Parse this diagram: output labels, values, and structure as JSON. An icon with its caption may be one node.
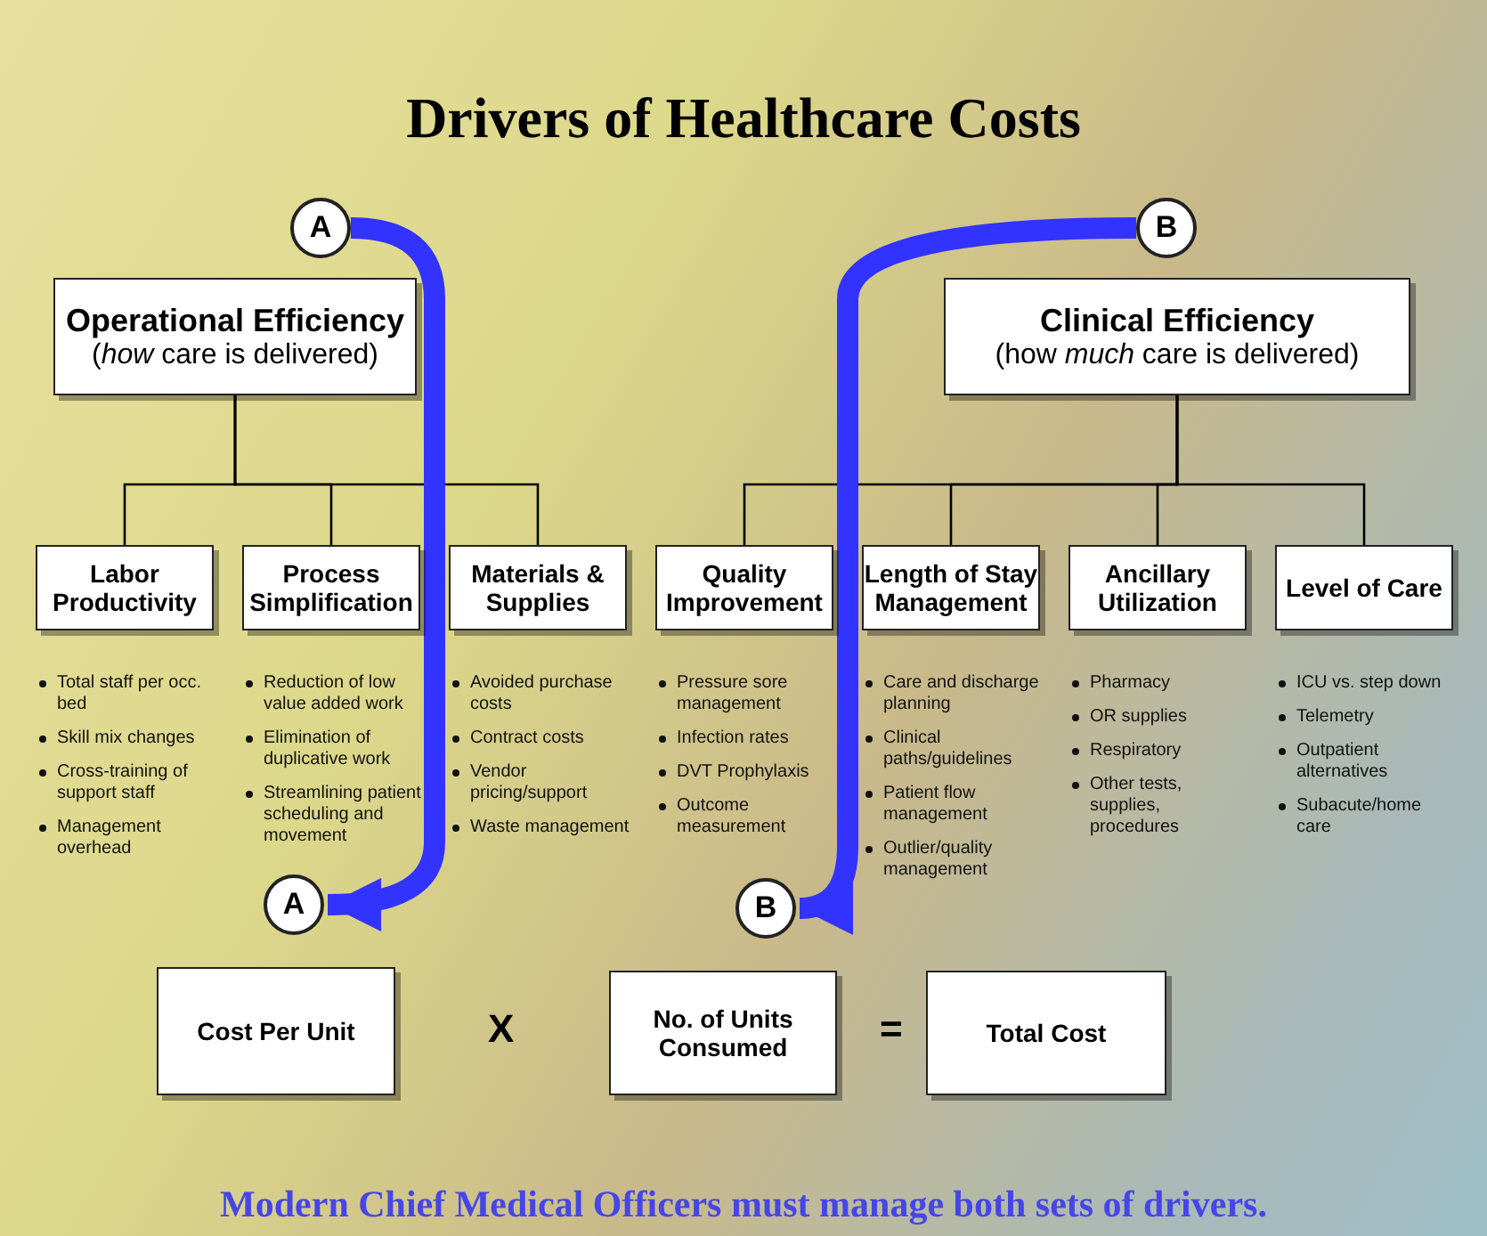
{
  "diagram": {
    "title": "Drivers of Healthcare Costs",
    "caption": "Modern Chief Medical Officers must manage both sets of drivers.",
    "nodes": [
      {
        "text": [
          "A"
        ]
      },
      {
        "text": [
          "Operational Efficiency",
          "(*how* care is delivered)"
        ]
      },
      {
        "text": [
          "B"
        ]
      },
      {
        "text": [
          "Clinical Efficiency",
          "(how *much* care is delivered)"
        ]
      },
      {
        "text": [
          "Labor Productivity"
        ],
        "beside": [
          "Total staff per occ. bed",
          "Skill mix changes",
          "Cross-training of support staff",
          "Management overhead"
        ]
      },
      {
        "text": [
          "Process Simplification"
        ],
        "beside": [
          "Reduction of low value added work",
          "Elimination of duplicative work",
          "Streamlining patient scheduling and movement"
        ]
      },
      {
        "text": [
          "Materials & Supplies"
        ],
        "beside": [
          "Avoided purchase costs",
          "Contract costs",
          "Vendor pricing/support",
          "Waste management"
        ]
      },
      {
        "text": [
          "Quality Improvement"
        ],
        "beside": [
          "Pressure sore management",
          "Infection rates",
          "DVT Prophylaxis",
          "Outcome measurement"
        ]
      },
      {
        "text": [
          "Length of Stay Management"
        ],
        "beside": [
          "Care and discharge planning",
          "Clinical paths/guidelines",
          "Patient flow management",
          "Outlier/quality management"
        ]
      },
      {
        "text": [
          "Ancillary Utilization"
        ],
        "beside": [
          "Pharmacy",
          "OR supplies",
          "Respiratory",
          "Other tests, supplies, procedures"
        ]
      },
      {
        "text": [
          "Level of Care"
        ],
        "beside": [
          "ICU vs. step down",
          "Telemetry",
          "Outpatient alternatives",
          "Subacute/home care"
        ]
      },
      {
        "text": [
          "A"
        ]
      },
      {
        "text": [
          "B"
        ]
      },
      {
        "text": [
          "Cost Per Unit"
        ]
      },
      {
        "text": [
          "No. of Units Consumed"
        ]
      },
      {
        "text": [
          "Total Cost"
        ]
      }
    ],
    "edges": [
      {
        "from": 1,
        "to": 4,
        "arrow": "none"
      },
      {
        "from": 1,
        "to": 5,
        "arrow": "none"
      },
      {
        "from": 1,
        "to": 6,
        "arrow": "none"
      },
      {
        "from": 3,
        "to": 7,
        "arrow": "none"
      },
      {
        "from": 3,
        "to": 8,
        "arrow": "none"
      },
      {
        "from": 3,
        "to": 9,
        "arrow": "none"
      },
      {
        "from": 3,
        "to": 10,
        "arrow": "none"
      },
      {
        "from": 0,
        "to": 11,
        "arrow": "to",
        "style": "thick",
        "color": "#3333ff"
      },
      {
        "from": 2,
        "to": 12,
        "arrow": "to",
        "style": "thick",
        "color": "#3333ff"
      }
    ],
    "labels": [
      "X",
      "="
    ]
  }
}
